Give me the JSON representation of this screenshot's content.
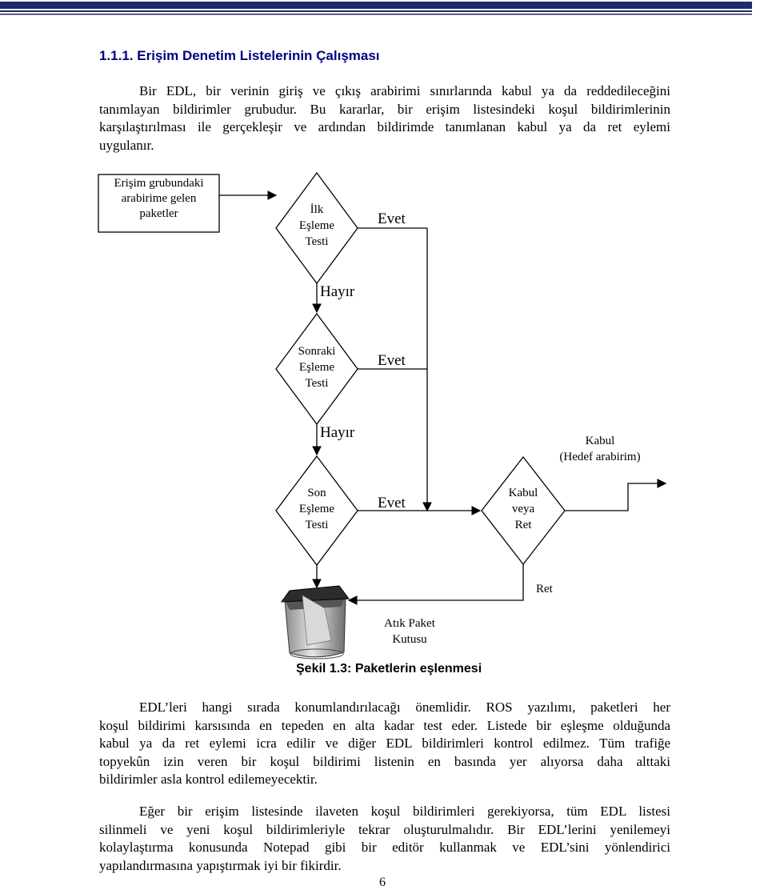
{
  "section": {
    "heading": "1.1.1. Erişim Denetim Listelerinin Çalışması"
  },
  "paragraphs": {
    "p1": [
      "Bir EDL, bir verinin giriş ve çıkış arabirimi sınırlarında kabul ya da reddedileceğini",
      "tanımlayan bildirimler grubudur. Bu kararlar, bir erişim listesindeki koşul bildirimlerinin",
      "karşılaştırılması ile gerçekleşir ve ardından bildirimde tanımlanan kabul ya da ret eylemi",
      "uygulanır."
    ],
    "p2": [
      "EDL’leri hangi sırada konumlandırılacağı önemlidir. ROS yazılımı, paketleri her",
      "koşul bildirimi karsısında en tepeden en alta kadar test eder. Listede bir eşleşme olduğunda",
      "kabul ya da ret eylemi icra edilir ve diğer EDL bildirimleri kontrol edilmez. Tüm trafiğe",
      "topyekûn izin veren bir koşul bildirimi listenin en basında yer alıyorsa daha alttaki",
      "bildirimler asla kontrol edilemeyecektir."
    ],
    "p3": [
      "Eğer bir erişim listesinde ilaveten koşul bildirimleri gerekiyorsa, tüm EDL listesi",
      "silinmeli ve yeni koşul bildirimleriyle tekrar oluşturulmalıdır. Bir EDL’lerini yenilemeyi",
      "kolaylaştırma konusunda Notepad gibi bir editör kullanmak ve EDL’sini yönlendirici",
      "yapılandırmasına yapıştırmak iyi bir fikirdir."
    ]
  },
  "diagram": {
    "input_box": [
      "Erişim grubundaki",
      "arabirime gelen",
      "paketler"
    ],
    "first_test": [
      "İlk",
      "Eşleme",
      "Testi"
    ],
    "next_test": [
      "Sonraki",
      "Eşleme",
      "Testi"
    ],
    "last_test": [
      "Son",
      "Eşleme",
      "Testi"
    ],
    "decision": [
      "Kabul",
      "veya",
      "Ret"
    ],
    "yes_label": "Evet",
    "no_label": "Hayır",
    "accept_label": [
      "Kabul",
      "(Hedef arabirim)"
    ],
    "reject_label": "Ret",
    "bin_label": [
      "Atık Paket",
      "Kutusu"
    ],
    "bin_icon": "trash-bin-icon"
  },
  "caption": "Şekil 1.3: Paketlerin eşlenmesi",
  "page_number": "6",
  "colors": {
    "heading": "#000080",
    "top_rule": "#1f2a6b"
  }
}
